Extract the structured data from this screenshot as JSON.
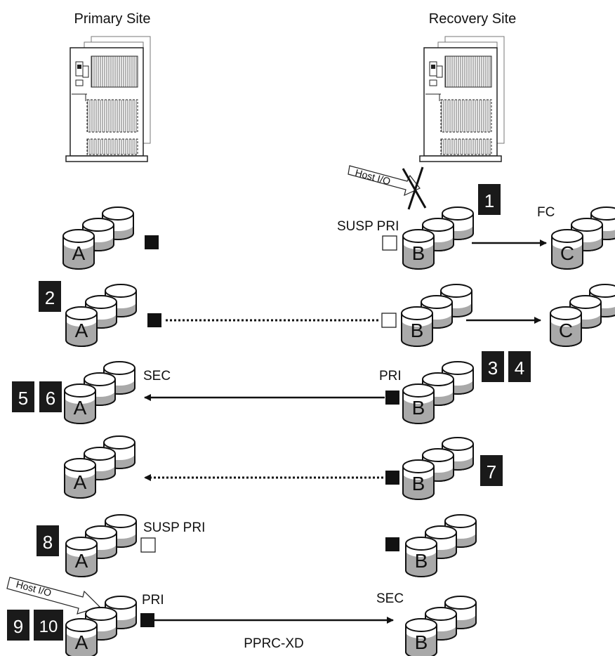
{
  "sites": {
    "primary": "Primary Site",
    "recovery": "Recovery Site"
  },
  "host_io": {
    "recovery_label": "Host I/O",
    "primary_label": "Host I/O"
  },
  "labels": {
    "row1_state": "SUSP PRI",
    "row1_fc": "FC",
    "row3_sec": "SEC",
    "row3_pri": "PRI",
    "row6_state": "SUSP PRI",
    "row7_pri": "PRI",
    "row7_sec": "SEC",
    "link_name": "PPRC-XD"
  },
  "volumes": {
    "a": "A",
    "b": "B",
    "c": "C"
  },
  "steps": {
    "s1": "1",
    "s2": "2",
    "s3": "3",
    "s4": "4",
    "s5": "5",
    "s6": "6",
    "s7": "7",
    "s8": "8",
    "s9": "9",
    "s10": "10"
  },
  "colors": {
    "line": "#111111",
    "volume_fill": "#a9a9a9",
    "badge": "#1a1a1a",
    "background": "#ffffff"
  }
}
